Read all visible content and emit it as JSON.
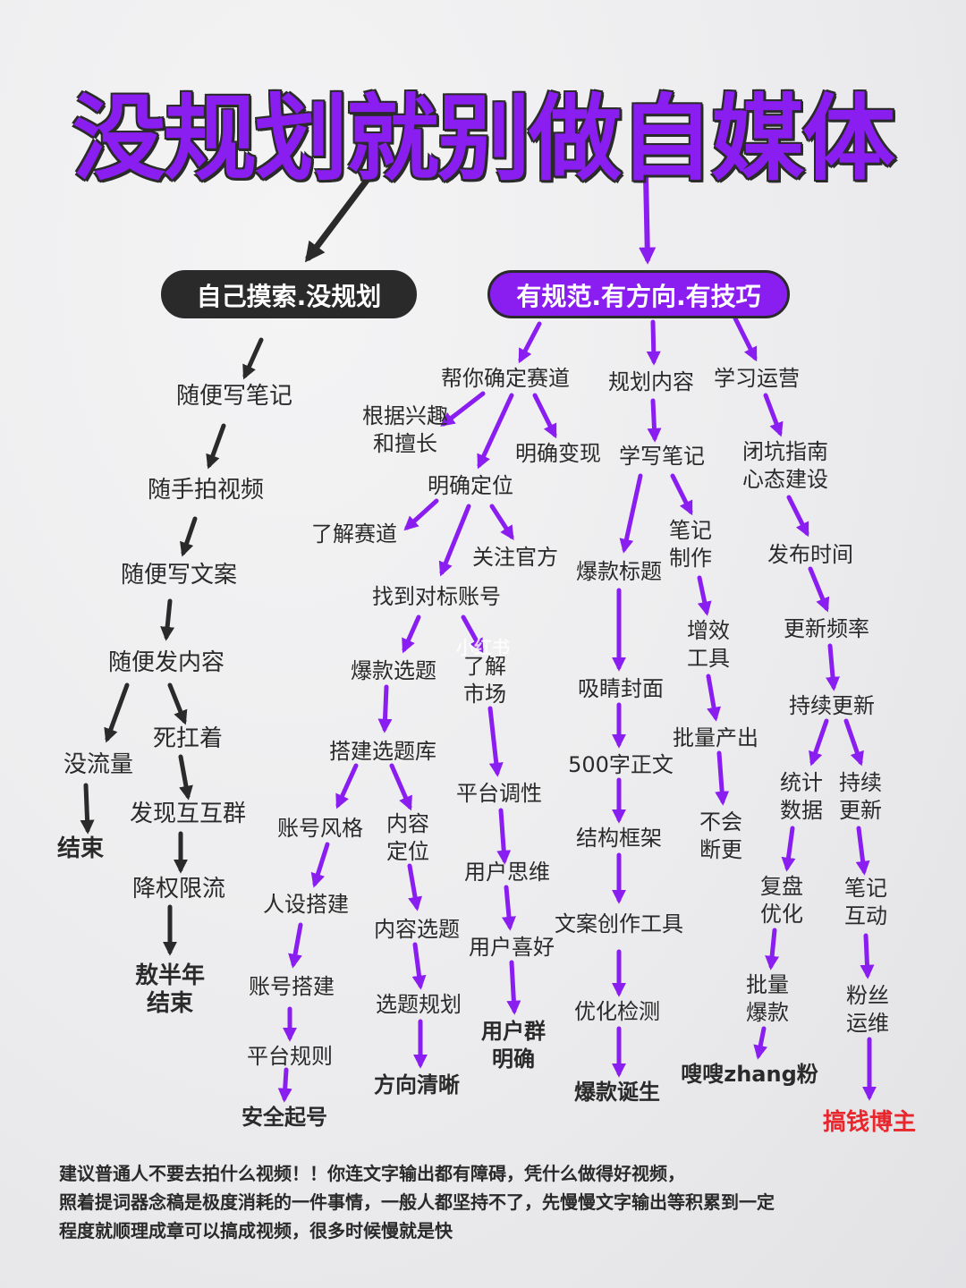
{
  "title": "没规划就别做自媒体",
  "left_branch": {
    "label": "自己摸索.没规划",
    "items": [
      "随便写笔记",
      "随手拍视频",
      "随便写文案",
      "随便发内容",
      "没流量",
      "结束",
      "死扛着",
      "发现互互群",
      "降权限流"
    ],
    "end": [
      "敖半年",
      "结束"
    ]
  },
  "right_branch": {
    "label": "有规范.有方向.有技巧",
    "col1": {
      "head": "帮你确定赛道",
      "interest": [
        "根据兴趣",
        "和擅长"
      ],
      "monetize": "明确变现",
      "position": "明确定位",
      "know_track": "了解赛道",
      "follow_official": "关注官方",
      "benchmark": "找到对标账号",
      "hot_topic": "爆款选题",
      "know_market": [
        "了解",
        "市场"
      ],
      "topic_lib": "搭建选题库",
      "account_style": "账号风格",
      "content_pos": [
        "内容",
        "定位"
      ],
      "platform_tone": "平台调性",
      "persona": "人设搭建",
      "user_think": "用户思维",
      "content_topic": "内容选题",
      "user_like": "用户喜好",
      "account_build": "账号搭建",
      "topic_plan": "选题规划",
      "user_group": [
        "用户群",
        "明确"
      ],
      "platform_rules": "平台规则",
      "direction_clear": "方向清晰",
      "safe_start": "安全起号"
    },
    "col2": {
      "head": "规划内容",
      "write_notes": "学写笔记",
      "hot_title": "爆款标题",
      "note_make": [
        "笔记",
        "制作"
      ],
      "cover": "吸睛封面",
      "tools": [
        "增效",
        "工具"
      ],
      "words500": "500字正文",
      "batch_output": "批量产出",
      "structure": "结构框架",
      "no_break": [
        "不会",
        "断更"
      ],
      "copy_tools": "文案创作工具",
      "optimize": "优化检测",
      "hit_born": "爆款诞生"
    },
    "col3": {
      "head": "学习运营",
      "guide": [
        "闭坑指南",
        "心态建设"
      ],
      "publish_time": "发布时间",
      "update_freq": "更新频率",
      "keep_update": "持续更新",
      "stats": [
        "统计",
        "数据"
      ],
      "keep_update2": [
        "持续",
        "更新"
      ],
      "review": [
        "复盘",
        "优化"
      ],
      "interact": [
        "笔记",
        "互动"
      ],
      "batch_hit": [
        "批量",
        "爆款"
      ],
      "fans_ops": [
        "粉丝",
        "运维"
      ],
      "fans_gain": "嗖嗖zhang粉",
      "money": "搞钱博主"
    }
  },
  "watermark": "小红书",
  "footer": [
    "建议普通人不要去拍什么视频！！你连文字输出都有障碍，凭什么做得好视频，",
    "照着提词器念稿是极度消耗的一件事情，一般人都坚持不了，先慢慢文字输出等积累到一定",
    "程度就顺理成章可以搞成视频，很多时候慢就是快"
  ],
  "colors": {
    "purple": "#8a1ef0",
    "dark": "#2a2a2a",
    "red": "#e8262c"
  }
}
